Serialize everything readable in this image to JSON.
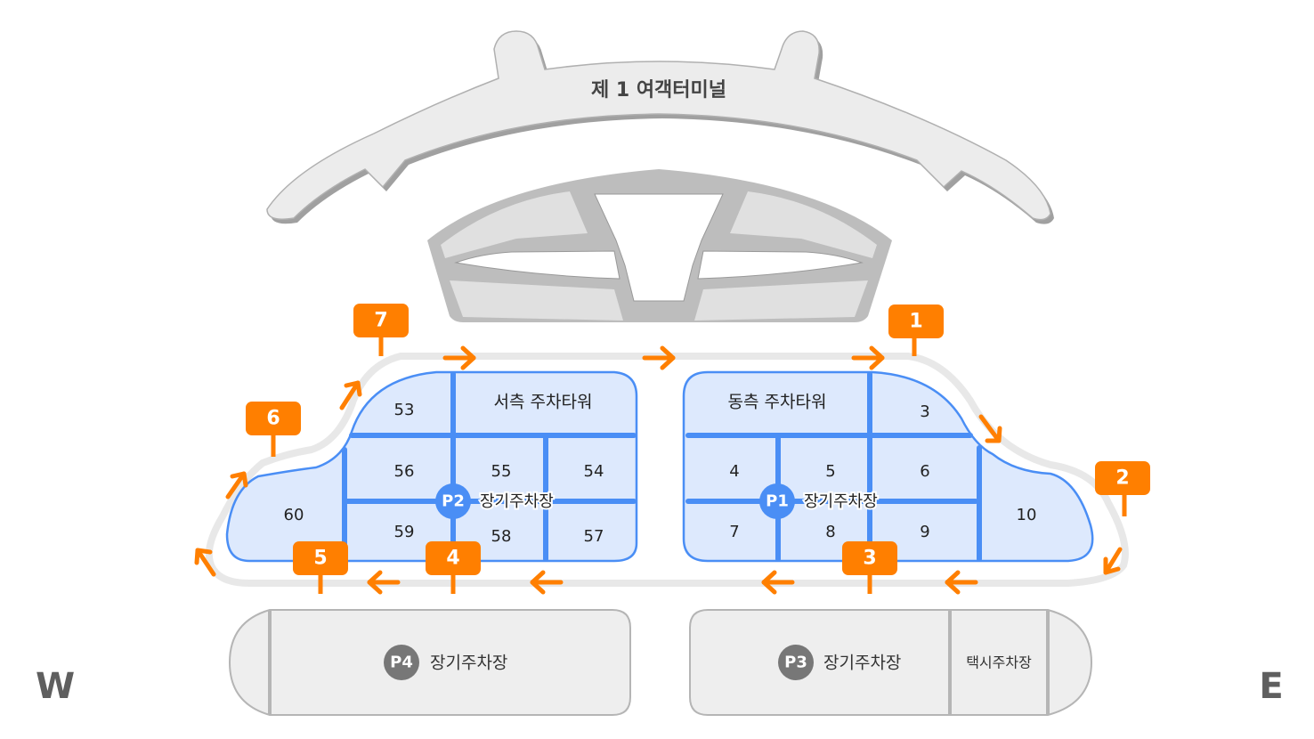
{
  "terminal": {
    "title": "제 1 여객터미널"
  },
  "compass": {
    "west": "W",
    "east": "E"
  },
  "colors": {
    "orange": "#ff7f00",
    "blue": "#4a8ef5",
    "light_blue": "#dde9fd",
    "gray_fill": "#eeeeee",
    "gray_stroke": "#b5b5b5",
    "badge_gray": "#777777",
    "road": "#e8e8e8"
  },
  "west_lot": {
    "badge": "P2",
    "name": "장기주차장",
    "tower": "서측 주차타워",
    "zones": [
      "53",
      "56",
      "55",
      "54",
      "60",
      "59",
      "58",
      "57"
    ]
  },
  "east_lot": {
    "badge": "P1",
    "name": "장기주차장",
    "tower": "동측 주차타워",
    "zones": [
      "3",
      "4",
      "5",
      "6",
      "7",
      "8",
      "9",
      "10"
    ]
  },
  "p4_lot": {
    "badge": "P4",
    "name": "장기주차장"
  },
  "p3_lot": {
    "badge": "P3",
    "name": "장기주차장",
    "taxi": "택시주차장"
  },
  "gates": [
    "1",
    "2",
    "3",
    "4",
    "5",
    "6",
    "7"
  ]
}
